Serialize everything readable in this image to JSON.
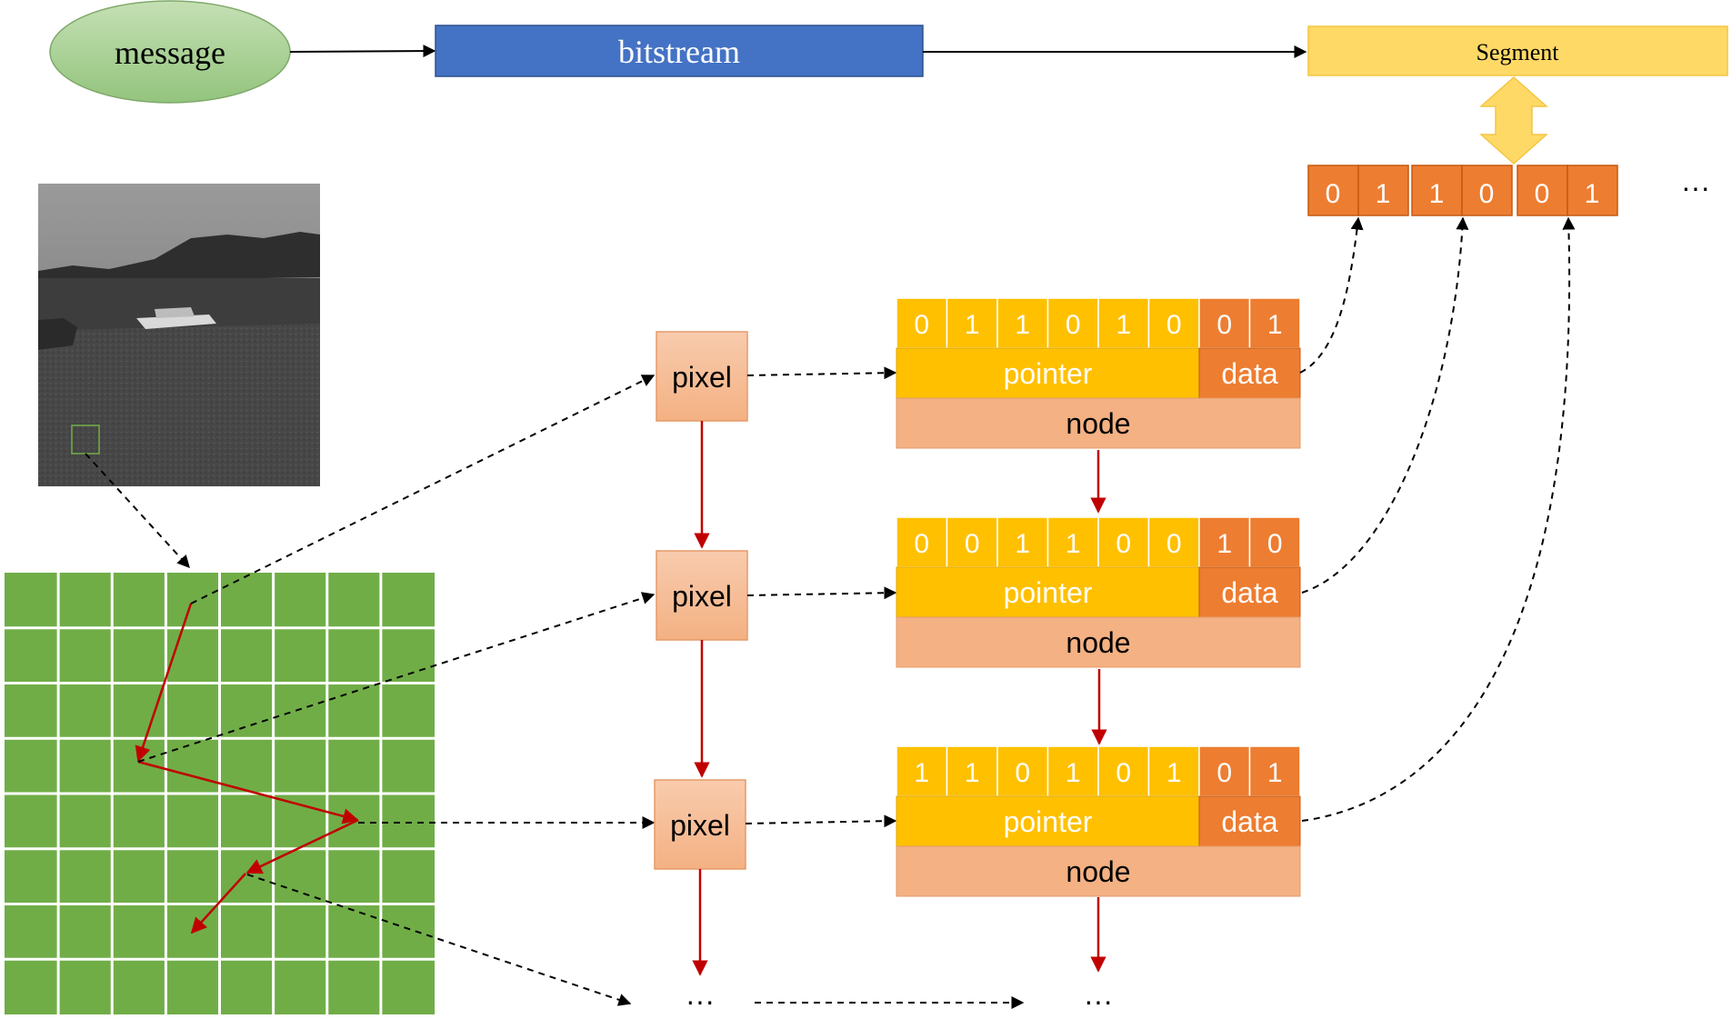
{
  "header": {
    "message_label": "message",
    "bitstream_label": "bitstream",
    "segment_label": "Segment"
  },
  "segment_bits": [
    "0",
    "1",
    "1",
    "0",
    "0",
    "1"
  ],
  "ellipsis": "···",
  "nodes": [
    {
      "pointer_bits": [
        "0",
        "1",
        "1",
        "0",
        "1",
        "0"
      ],
      "data_bits": [
        "0",
        "1"
      ],
      "pointer_label": "pointer",
      "data_label": "data",
      "node_label": "node"
    },
    {
      "pointer_bits": [
        "0",
        "0",
        "1",
        "1",
        "0",
        "0"
      ],
      "data_bits": [
        "1",
        "0"
      ],
      "pointer_label": "pointer",
      "data_label": "data",
      "node_label": "node"
    },
    {
      "pointer_bits": [
        "1",
        "1",
        "0",
        "1",
        "0",
        "1"
      ],
      "data_bits": [
        "0",
        "1"
      ],
      "pointer_label": "pointer",
      "data_label": "data",
      "node_label": "node"
    }
  ],
  "pixel_label": "pixel",
  "grid": {
    "rows": 8,
    "cols": 8
  },
  "colors": {
    "message_fill": "#a9d18e",
    "bitstream_fill": "#4472c4",
    "segment_fill": "#ffd966",
    "bit_orange": "#ed7d31",
    "pointer_yellow": "#ffc000",
    "node_pink": "#f4b183",
    "grid_green": "#70ad47",
    "red_arrow": "#c00000"
  }
}
